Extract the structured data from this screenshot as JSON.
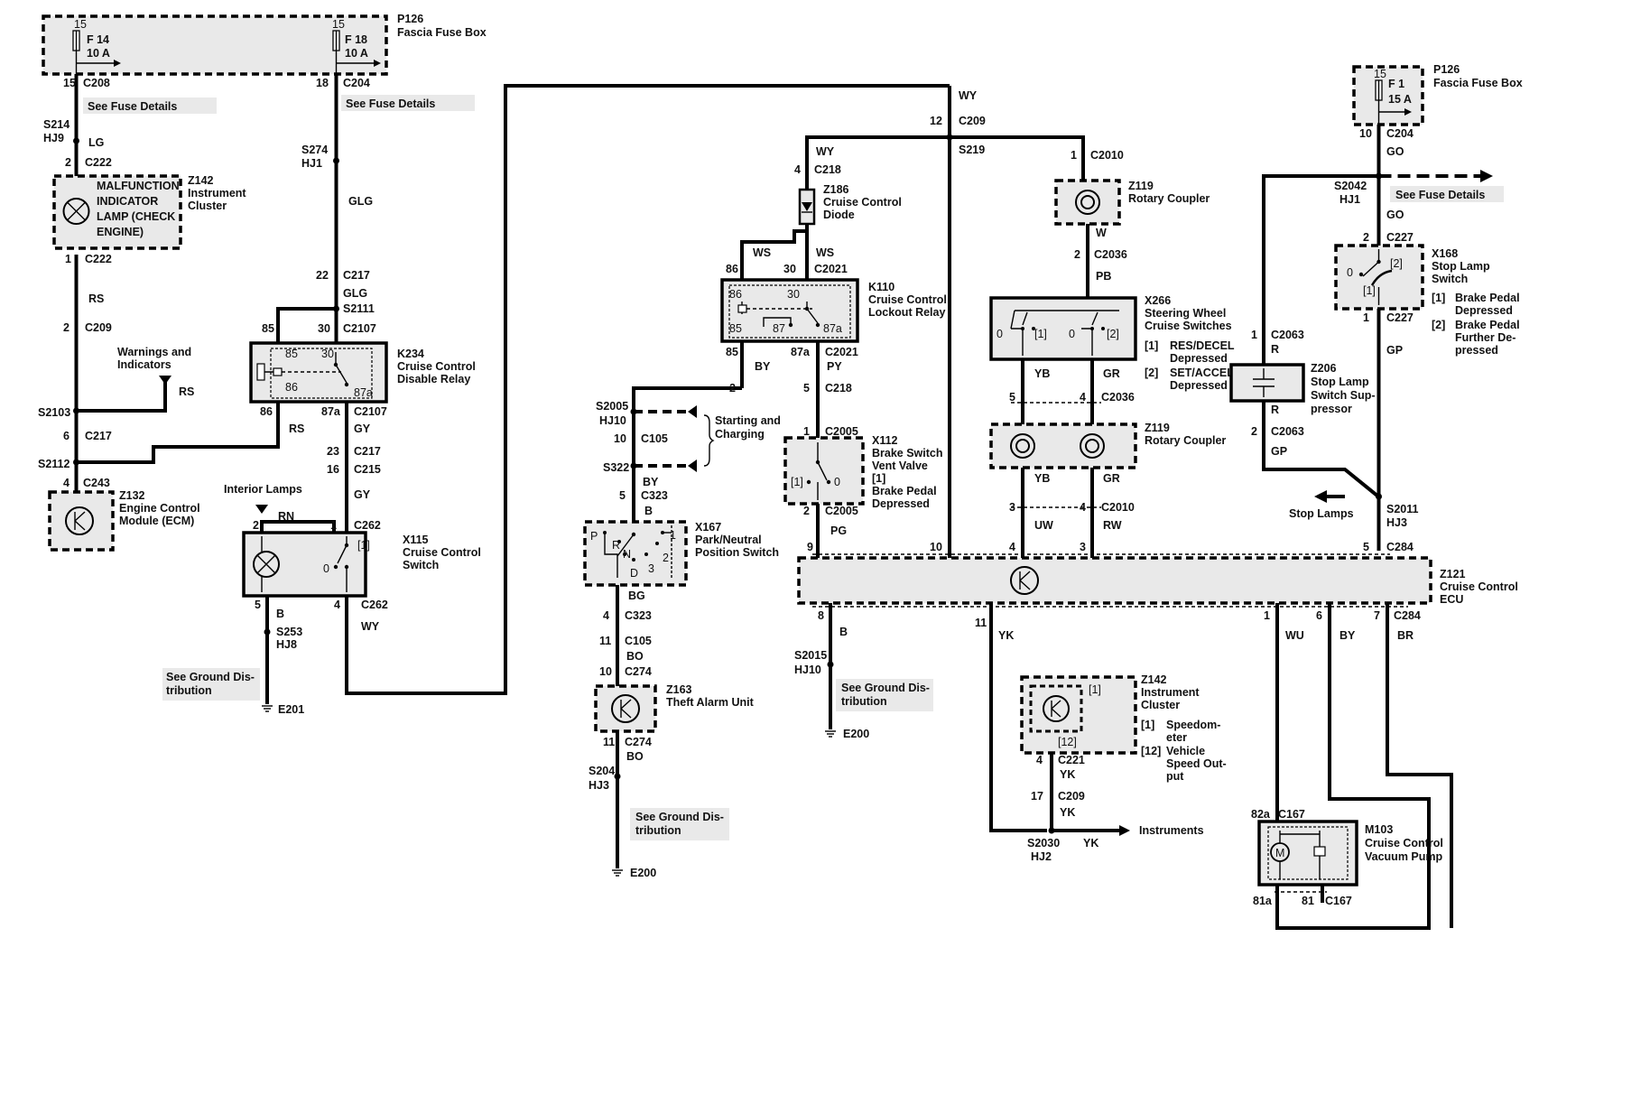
{
  "fuse_box_left": {
    "name": "P126",
    "desc": "Fascia Fuse Box",
    "f14_pin": "15",
    "f14_label": "F 14",
    "f14_rating": "10 A",
    "f18_pin": "15",
    "f18_label": "F 18",
    "f18_rating": "10 A"
  },
  "fuse_box_right": {
    "name": "P126",
    "desc": "Fascia Fuse Box",
    "pin": "15",
    "label": "F 1",
    "rating": "15 A"
  },
  "connectors_left": {
    "c208_pin": "15",
    "c208": "C208",
    "c204_pin": "18",
    "c204": "C204",
    "s214": "S214",
    "hj9": "HJ9",
    "lg": "LG",
    "c222_top_pin": "2",
    "c222_top": "C222",
    "c222_bot_pin": "1",
    "c222_bot": "C222",
    "rs1": "RS",
    "c209_pin": "2",
    "c209": "C209",
    "s2103": "S2103",
    "c217_pin": "6",
    "c217": "C217",
    "s2112": "S2112",
    "c243_pin": "4",
    "c243": "C243",
    "s274": "S274",
    "hj1": "HJ1",
    "glg": "GLG",
    "c217b_pin": "22",
    "c217b": "C217",
    "glg2": "GLG",
    "s2111": "S2111",
    "k234_85": "85",
    "k234_30": "30",
    "c2107": "C2107",
    "k234_86": "86",
    "k234_87a": "87a",
    "c2107b": "C2107",
    "rs2": "RS",
    "gy1": "GY",
    "c217c_pin": "23",
    "c217c": "C217",
    "c215_pin": "16",
    "c215": "C215",
    "gy2": "GY",
    "rn": "RN",
    "c262_pin_2": "2",
    "c262_pin_1": "1",
    "c262": "C262",
    "c262b_pin_5": "5",
    "c262b_pin_4": "4",
    "c262b": "C262",
    "b1": "B",
    "wy1": "WY",
    "s253": "S253",
    "hj8": "HJ8",
    "e201": "E201",
    "rs3": "RS"
  },
  "components_left": {
    "z142_code": "Z142",
    "z142_desc1": "Instrument",
    "z142_desc2": "Cluster",
    "mil1": "MALFUNCTION",
    "mil2": "INDICATOR",
    "mil3": "LAMP (CHECK",
    "mil4": "ENGINE)",
    "warn1": "Warnings and",
    "warn2": "Indicators",
    "z132_code": "Z132",
    "z132_desc1": "Engine Control",
    "z132_desc2": "Module (ECM)",
    "k234_code": "K234",
    "k234_desc1": "Cruise Control",
    "k234_desc2": "Disable Relay",
    "interior": "Interior Lamps",
    "x115_code": "X115",
    "x115_desc1": "Cruise Control",
    "x115_desc2": "Switch",
    "x115_sw1": "[1]",
    "x115_sw0": "0",
    "k234_in85": "85",
    "k234_in30": "30",
    "k234_in86": "86",
    "k234_in87a": "87a"
  },
  "notes": {
    "fuse_details_1": "See Fuse Details",
    "fuse_details_2": "See Fuse Details",
    "fuse_details_3": "See Fuse Details",
    "ground_1a": "See Ground Dis-",
    "ground_1b": "tribution",
    "ground_2a": "See Ground Dis-",
    "ground_2b": "tribution",
    "ground_3a": "See Ground Dis-",
    "ground_3b": "tribution"
  },
  "middle": {
    "wy_top": "WY",
    "c209_pin": "12",
    "c209": "C209",
    "s219": "S219",
    "wy2": "WY",
    "c218_pin": "4",
    "c218": "C218",
    "z186_code": "Z186",
    "z186_desc1": "Cruise Control",
    "z186_desc2": "Diode",
    "ws1": "WS",
    "ws2": "WS",
    "k110_pin86": "86",
    "k110_pin30": "30",
    "c2021": "C2021",
    "k110_code": "K110",
    "k110_desc1": "Cruise Control",
    "k110_desc2": "Lockout Relay",
    "k110_in86": "86",
    "k110_in30": "30",
    "k110_in85": "85",
    "k110_in87": "87",
    "k110_in87a": "87a",
    "k110_pin85": "85",
    "k110_pin87a": "87a",
    "c2021b": "C2021",
    "by1": "BY",
    "py": "PY",
    "c218b_pin_2": "2",
    "c218b_pin_5": "5",
    "c218b": "C218",
    "s2005": "S2005",
    "hj10": "HJ10",
    "c105_pin": "10",
    "c105": "C105",
    "starting1": "Starting and",
    "starting2": "Charging",
    "s322": "S322",
    "by2": "BY",
    "c323_pin": "5",
    "c323": "C323",
    "b2": "B",
    "x167_code": "X167",
    "x167_desc1": "Park/Neutral",
    "x167_desc2": "Position Switch",
    "x167_p": "P",
    "x167_r": "R",
    "x167_n": "N",
    "x167_d": "D",
    "x167_1": "1",
    "x167_2": "2",
    "x167_3": "3",
    "bg": "BG",
    "c323b_pin": "4",
    "c323b": "C323",
    "c105b_pin": "11",
    "c105b": "C105",
    "bo1": "BO",
    "c274_pin": "10",
    "c274": "C274",
    "z163_code": "Z163",
    "z163_desc": "Theft Alarm Unit",
    "c274b_pin": "11",
    "c274b": "C274",
    "bo2": "BO",
    "s204": "S204",
    "hj3": "HJ3",
    "e200a": "E200",
    "c2005_pin": "1",
    "c2005": "C2005",
    "x112_code": "X112",
    "x112_desc1": "Brake Switch",
    "x112_desc2": "Vent Valve",
    "x112_n1": "[1]",
    "x112_n2": "Brake Pedal",
    "x112_n3": "Depressed",
    "x112_sw1": "[1]",
    "x112_sw0": "0",
    "c2005b_pin": "2",
    "c2005b": "C2005",
    "pg": "PG"
  },
  "right": {
    "c2010_pin": "1",
    "c2010": "C2010",
    "z119_code": "Z119",
    "z119_desc": "Rotary Coupler",
    "w": "W",
    "c2036_pin": "2",
    "c2036": "C2036",
    "pb": "PB",
    "x266_code": "X266",
    "x266_desc1": "Steering Wheel",
    "x266_desc2": "Cruise Switches",
    "x266_n1a": "[1]",
    "x266_n1b": "RES/DECEL",
    "x266_n1c": "Depressed",
    "x266_n2a": "[2]",
    "x266_n2b": "SET/ACCEL",
    "x266_n2c": "Depressed",
    "x266_sw0a": "0",
    "x266_sw1": "[1]",
    "x266_sw0b": "0",
    "x266_sw2": "[2]",
    "yb1": "YB",
    "gr1": "GR",
    "c2036b_pin5": "5",
    "c2036b_pin4": "4",
    "c2036b": "C2036",
    "z119b_code": "Z119",
    "z119b_desc": "Rotary Coupler",
    "yb2": "YB",
    "gr2": "GR",
    "c2010b_pin3": "3",
    "c2010b_pin4": "4",
    "c2010b": "C2010",
    "uw": "UW",
    "rw": "RW",
    "ecu_pin9": "9",
    "ecu_pin10": "10",
    "ecu_pin4": "4",
    "ecu_pin3": "3",
    "ecu_pin5": "5",
    "c284": "C284",
    "z121_code": "Z121",
    "z121_desc1": "Cruise Control",
    "z121_desc2": "ECU",
    "ecu_pin8": "8",
    "ecu_pin11": "11",
    "ecu_pin1": "1",
    "ecu_pin6": "6",
    "ecu_pin7": "7",
    "c284b": "C284",
    "b3": "B",
    "yk1": "YK",
    "wu": "WU",
    "by3": "BY",
    "br": "BR",
    "s2015": "S2015",
    "hj10b": "HJ10",
    "e200b": "E200",
    "z142b_code": "Z142",
    "z142b_desc1": "Instrument",
    "z142b_desc2": "Cluster",
    "z142b_n1": "[1]",
    "z142b_n1b": "Speedom-",
    "z142b_n1c": "eter",
    "z142b_n12": "[12]",
    "z142b_n12b": "Vehicle",
    "z142b_n12c": "Speed Out-",
    "z142b_n12d": "put",
    "z142b_in1": "[1]",
    "z142b_in12": "[12]",
    "c221_pin": "4",
    "c221": "C221",
    "yk2": "YK",
    "c209b_pin": "17",
    "c209b": "C209",
    "yk3": "YK",
    "instruments": "Instruments",
    "s2030": "S2030",
    "hj2": "HJ2",
    "yk4": "YK",
    "c204r_pin": "10",
    "c204r": "C204",
    "go1": "GO",
    "s2042": "S2042",
    "hj1r": "HJ1",
    "go2": "GO",
    "c227_pin": "2",
    "c227": "C227",
    "x168_code": "X168",
    "x168_desc1": "Stop Lamp",
    "x168_desc2": "Switch",
    "x168_n1": "[1]",
    "x168_n1b": "Brake Pedal",
    "x168_n1c": "Depressed",
    "x168_n2": "[2]",
    "x168_n2b": "Brake Pedal",
    "x168_n2c": "Further De-",
    "x168_n2d": "pressed",
    "x168_sw0": "0",
    "x168_sw1": "[1]",
    "x168_sw2": "[2]",
    "c227b_pin": "1",
    "c227b": "C227",
    "gp1": "GP",
    "c2063_pin": "1",
    "c2063": "C2063",
    "r1": "R",
    "z206_code": "Z206",
    "z206_desc1": "Stop Lamp",
    "z206_desc2": "Switch Sup-",
    "z206_desc3": "pressor",
    "r2": "R",
    "c2063b_pin": "2",
    "c2063b": "C2063",
    "gp2": "GP",
    "stop_lamps": "Stop Lamps",
    "s2011": "S2011",
    "hj3r": "HJ3",
    "c167_pin": "82a",
    "c167": "C167",
    "m103_code": "M103",
    "m103_desc1": "Cruise Control",
    "m103_desc2": "Vacuum Pump",
    "m_symbol": "M",
    "c167b_pin81a": "81a",
    "c167b_pin81": "81",
    "c167b": "C167"
  }
}
